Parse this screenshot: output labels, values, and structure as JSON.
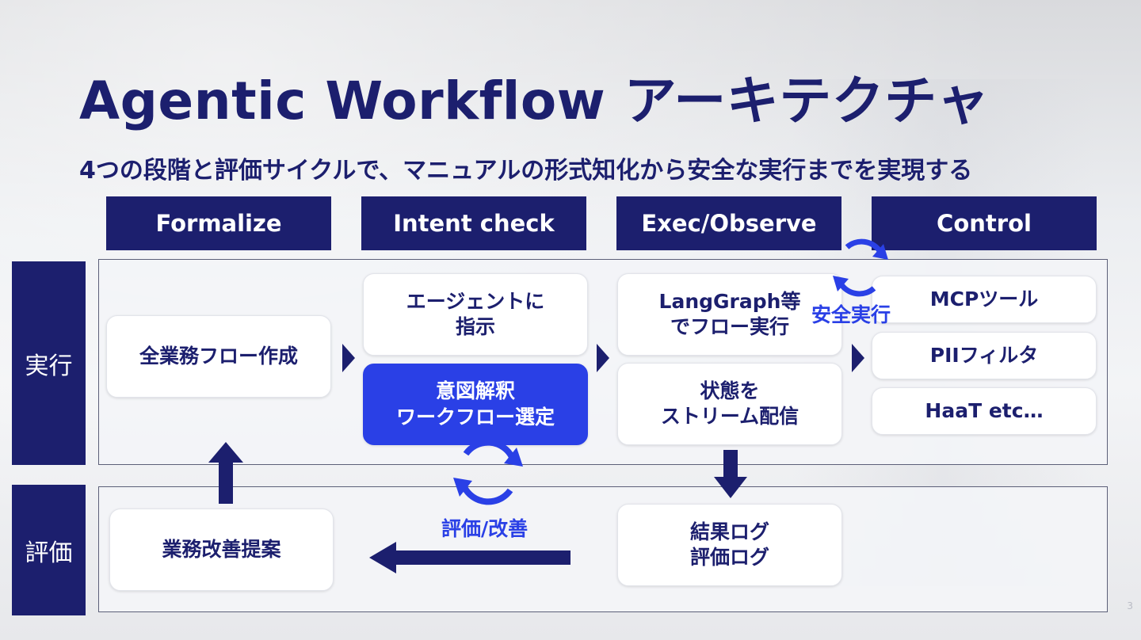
{
  "slide": {
    "title": "Agentic Workflow アーキテクチャ",
    "subtitle": "4つの段階と評価サイクルで、マニュアルの形式知化から安全な実行までを実現する",
    "page_number": "3"
  },
  "columns": [
    "Formalize",
    "Intent check",
    "Exec/Observe",
    "Control"
  ],
  "rows": {
    "execution_label": "実行",
    "evaluation_label": "評価"
  },
  "cards": {
    "formalize": "全業務フロー作成",
    "intent_top": "エージェントに\n指示",
    "intent_highlight": "意図解釈\nワークフロー選定",
    "exec_top": "LangGraph等\nでフロー実行",
    "exec_bottom": "状態を\nストリーム配信",
    "control_1": "MCPツール",
    "control_2": "PIIフィルタ",
    "control_3": "HaaT  etc…",
    "eval_left": "業務改善提案",
    "eval_right": "結果ログ\n評価ログ"
  },
  "cycles": {
    "safe_exec": "安全実行",
    "eval_improve": "評価/改善"
  },
  "colors": {
    "navy": "#1c1f6e",
    "accent_blue": "#2a40e6",
    "card_bg": "#ffffff"
  },
  "icons": [
    "cycle-icon",
    "arrow-right-icon",
    "arrow-up-icon",
    "arrow-down-icon",
    "arrow-left-icon"
  ]
}
